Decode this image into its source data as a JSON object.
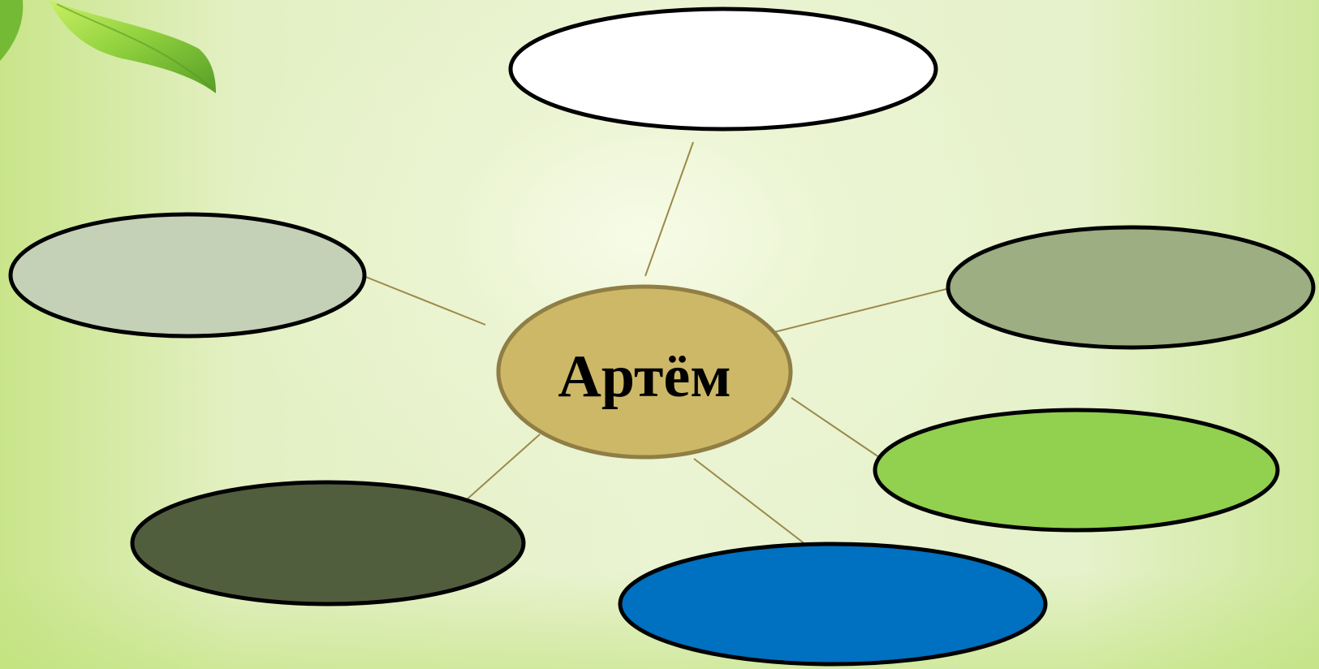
{
  "center": {
    "label": "Артём",
    "fill": "#ccb866",
    "stroke": "#8f7e45"
  },
  "nodes": [
    {
      "id": "top",
      "fill": "#ffffff"
    },
    {
      "id": "left",
      "fill": "#c4d1b7"
    },
    {
      "id": "right",
      "fill": "#9cae82"
    },
    {
      "id": "bottom-left",
      "fill": "#515e3e"
    },
    {
      "id": "bottom-center",
      "fill": "#0070c0"
    },
    {
      "id": "bottom-right",
      "fill": "#92d050"
    }
  ],
  "connector_color": "#9a8a4a",
  "decorations": {
    "leaf_color": "#8fd13a"
  }
}
